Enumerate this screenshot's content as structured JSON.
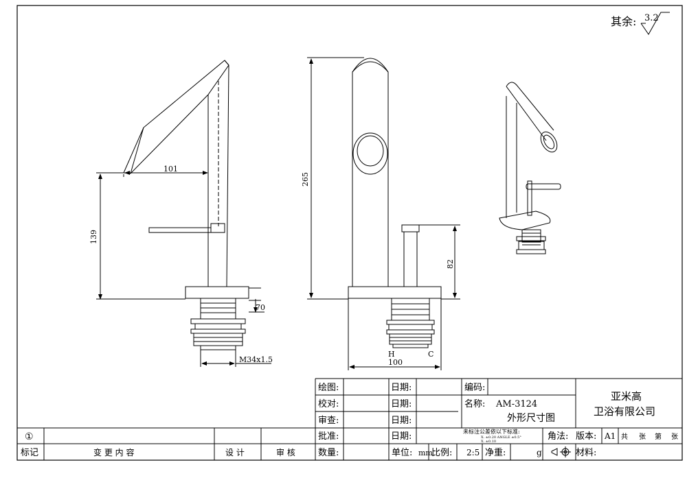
{
  "roughness": {
    "label": "其余:",
    "value": "3.2"
  },
  "dimensions": {
    "d101": "101",
    "d139": "139",
    "d70": "70",
    "thread": "M34x1.5",
    "d265": "265",
    "d82": "82",
    "d100": "100",
    "hot": "H",
    "cold": "C"
  },
  "title_block": {
    "drawn": "绘图:",
    "checked": "校对:",
    "reviewed": "审查:",
    "approved": "批准:",
    "quantity": "数量:",
    "date1": "日期:",
    "date2": "日期:",
    "date3": "日期:",
    "date4": "日期:",
    "code_label": "编码:",
    "name_label": "名称:",
    "name_value": "AM-3124",
    "drawing_name": "外形尺寸图",
    "company_line1": "亚米高",
    "company_line2": "卫浴有限公司",
    "tolerance_note": "未标注公差依以下标准:",
    "tolerance_row1": "X.    ±0.20  ANGLE  ±0.5°",
    "tolerance_row2": "X.    ±0.10",
    "angle_label": "角法:",
    "version_label": "版本:",
    "version_value": "A1",
    "sheets_total": "共",
    "sheets_unit": "张",
    "sheet_no": "第",
    "sheet_unit2": "张",
    "unit_label": "单位:",
    "unit_value": "mm",
    "scale_label": "比例:",
    "scale_value": "2:5",
    "net_weight_label": "净重:",
    "net_weight_unit": "g",
    "material_label": "材料:"
  },
  "revision_block": {
    "rev_number": "①",
    "col_mark": "标记",
    "col_change": "变 更 内 容",
    "col_design": "设 计",
    "col_review": "审 核"
  }
}
